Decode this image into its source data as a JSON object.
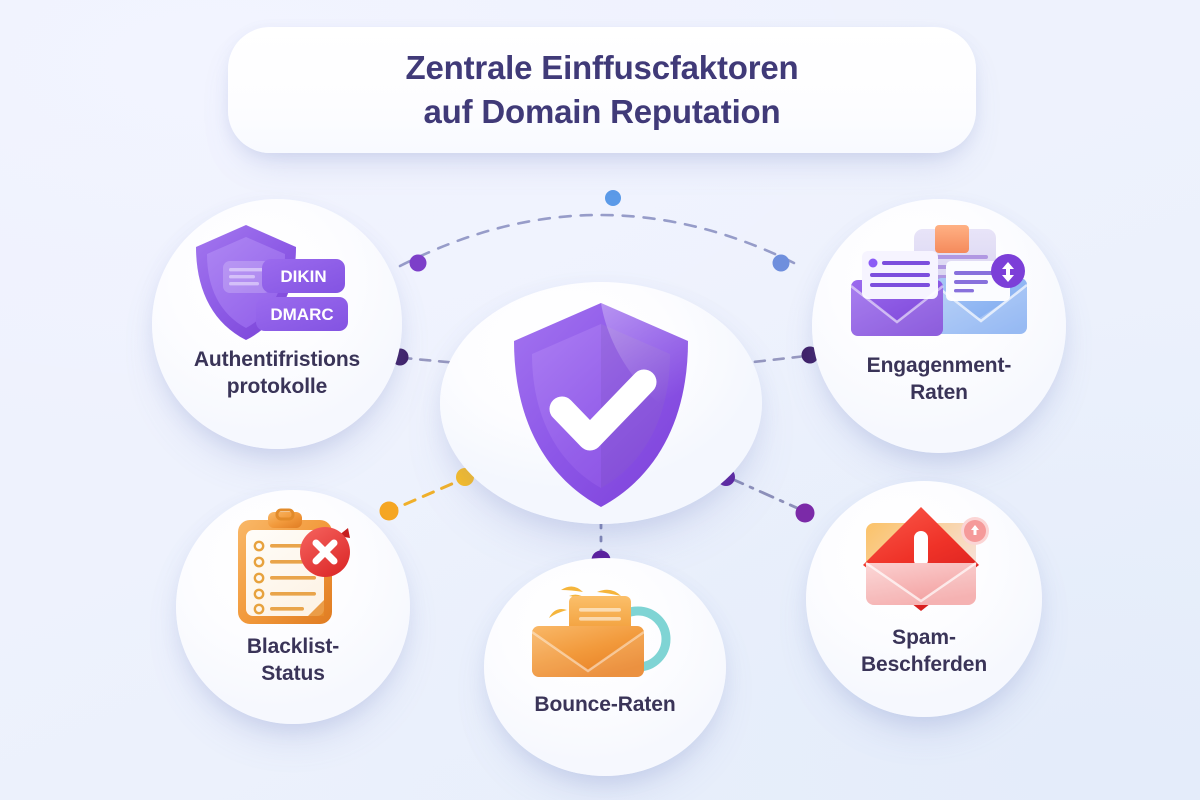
{
  "header": {
    "title": "Zentrale Einffuscfaktoren\nauf Domain Reputation",
    "title_color": "#403a78"
  },
  "theme": {
    "background": "#eef1fd",
    "card_background": "#ffffff",
    "accent_purple": "#8b5cf6",
    "accent_purple_dark": "#6d28d9",
    "accent_blue": "#7aa7f0",
    "accent_orange": "#f2993c",
    "accent_yellow": "#fbbf24",
    "accent_red": "#ef4444",
    "accent_teal": "#7fd4d4",
    "label_color": "#3a3458"
  },
  "center": {
    "name": "domain-reputation-shield",
    "icon": "shield-check-icon",
    "shield_color": "#8b5cf6",
    "check_color": "#ffffff"
  },
  "nodes": [
    {
      "id": "authentication-protocols",
      "label": "Authentifristions\nprotokolle",
      "icon": "shield-badges-icon",
      "accent": "#8b5cf6",
      "badges": [
        "DIKIN",
        "DMARC"
      ]
    },
    {
      "id": "engagement-rates",
      "label": "Engagenment-\nRaten",
      "icon": "envelopes-messages-icon",
      "accent": "#8b5cf6"
    },
    {
      "id": "blacklist-status",
      "label": "Blacklist-\nStatus",
      "icon": "clipboard-x-icon",
      "accent": "#f2993c"
    },
    {
      "id": "bounce-rates",
      "label": "Bounce-Raten",
      "icon": "envelope-bounce-icon",
      "accent": "#f2993c"
    },
    {
      "id": "spam-complaints",
      "label": "Spam-\nBeschferden",
      "icon": "envelope-alert-icon",
      "accent": "#ef4444"
    }
  ],
  "connectors": [
    {
      "from": "center",
      "to": "authentication-protocols",
      "style": "dashed",
      "color": "#6f74a8",
      "endpoint_dot": "#7d3fc9"
    },
    {
      "from": "center",
      "to": "engagement-rates",
      "style": "dashed",
      "color": "#6f74a8",
      "endpoint_dot": "#44256e"
    },
    {
      "from": "center",
      "to": "blacklist-status",
      "style": "dashed",
      "color": "#f0b02a",
      "endpoint_dot": "#fbbf24"
    },
    {
      "from": "center",
      "to": "bounce-rates",
      "style": "dotted",
      "color": "#6f74a8",
      "endpoint_dot": "#5b1e9e"
    },
    {
      "from": "center",
      "to": "spam-complaints",
      "style": "dashdot",
      "color": "#6f74a8",
      "endpoint_dot": "#7b2aa8"
    },
    {
      "from": "authentication-protocols",
      "to": "engagement-rates",
      "style": "arc-dashed",
      "color": "#7e85b8",
      "midpoint_dot": "#5b9ae8"
    }
  ]
}
